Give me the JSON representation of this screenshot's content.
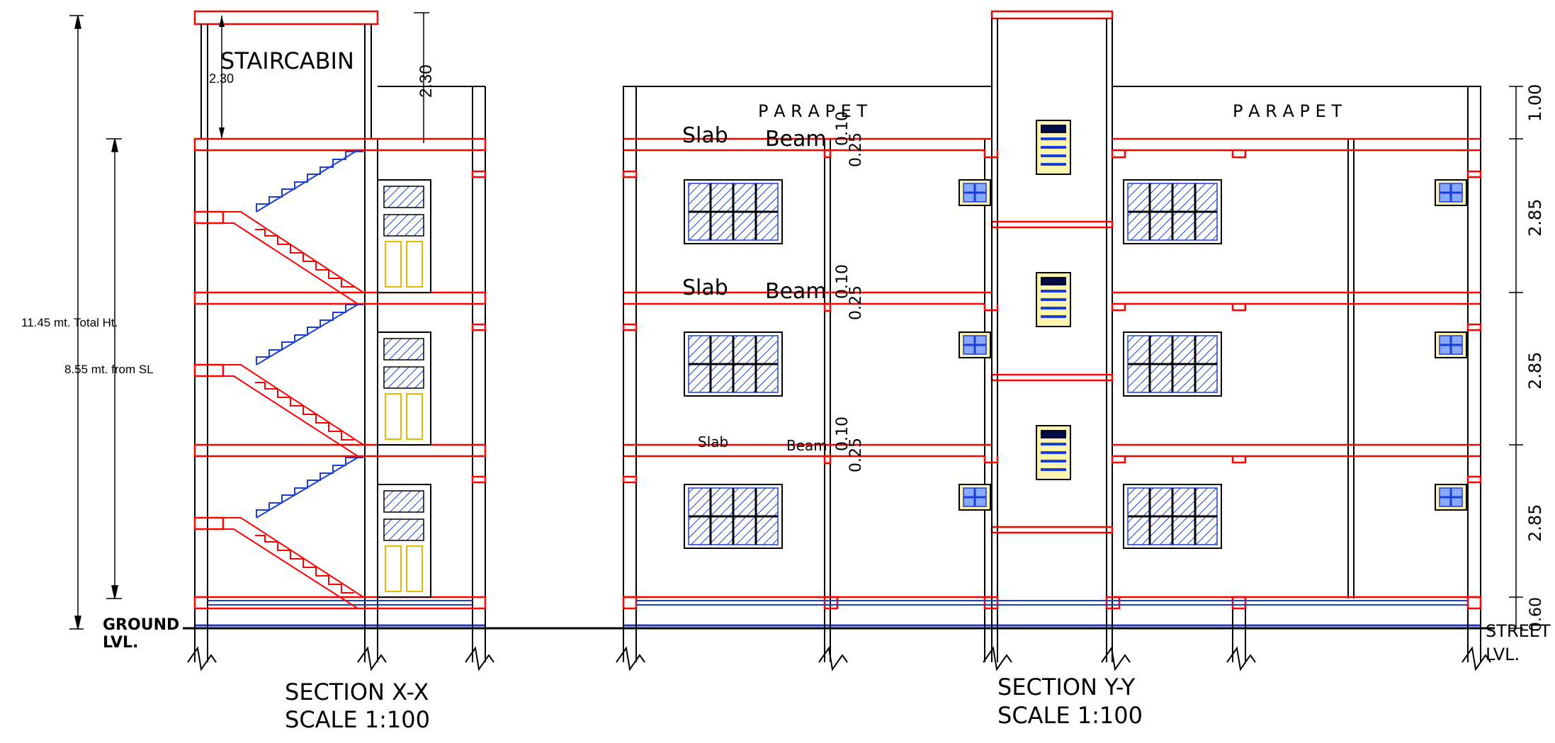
{
  "colors": {
    "ink": "#000000",
    "slab": "#ff0000",
    "stair": "#1a3fd6",
    "door": "#e6b800",
    "glass": "#1a3fd6",
    "ground": "#1f3fbf"
  },
  "section_xx": {
    "title": "SECTION X-X",
    "scale": "SCALE 1:100",
    "staircabin_label": "STAIRCABIN",
    "cabin_height": "2.30",
    "side_height": "2.30",
    "total_height_label": "11.45 mt. Total Ht.",
    "from_sl_label": "8.55 mt. from SL",
    "ground_label_1": "GROUND",
    "ground_label_2": "LVL."
  },
  "section_yy": {
    "title": "SECTION Y-Y",
    "scale": "SCALE 1:100",
    "parapet_left": "P A R A P E T",
    "parapet_right": "P A R A P E T",
    "slab_label": "Slab",
    "beam_label": "Beam",
    "beam_dim_a": "0.10",
    "beam_dim_b": "0.25",
    "street_label_1": "STREET",
    "street_label_2": "LVL.",
    "levels": [
      "1.00",
      "2.85",
      "2.85",
      "2.85",
      "0.60"
    ]
  }
}
